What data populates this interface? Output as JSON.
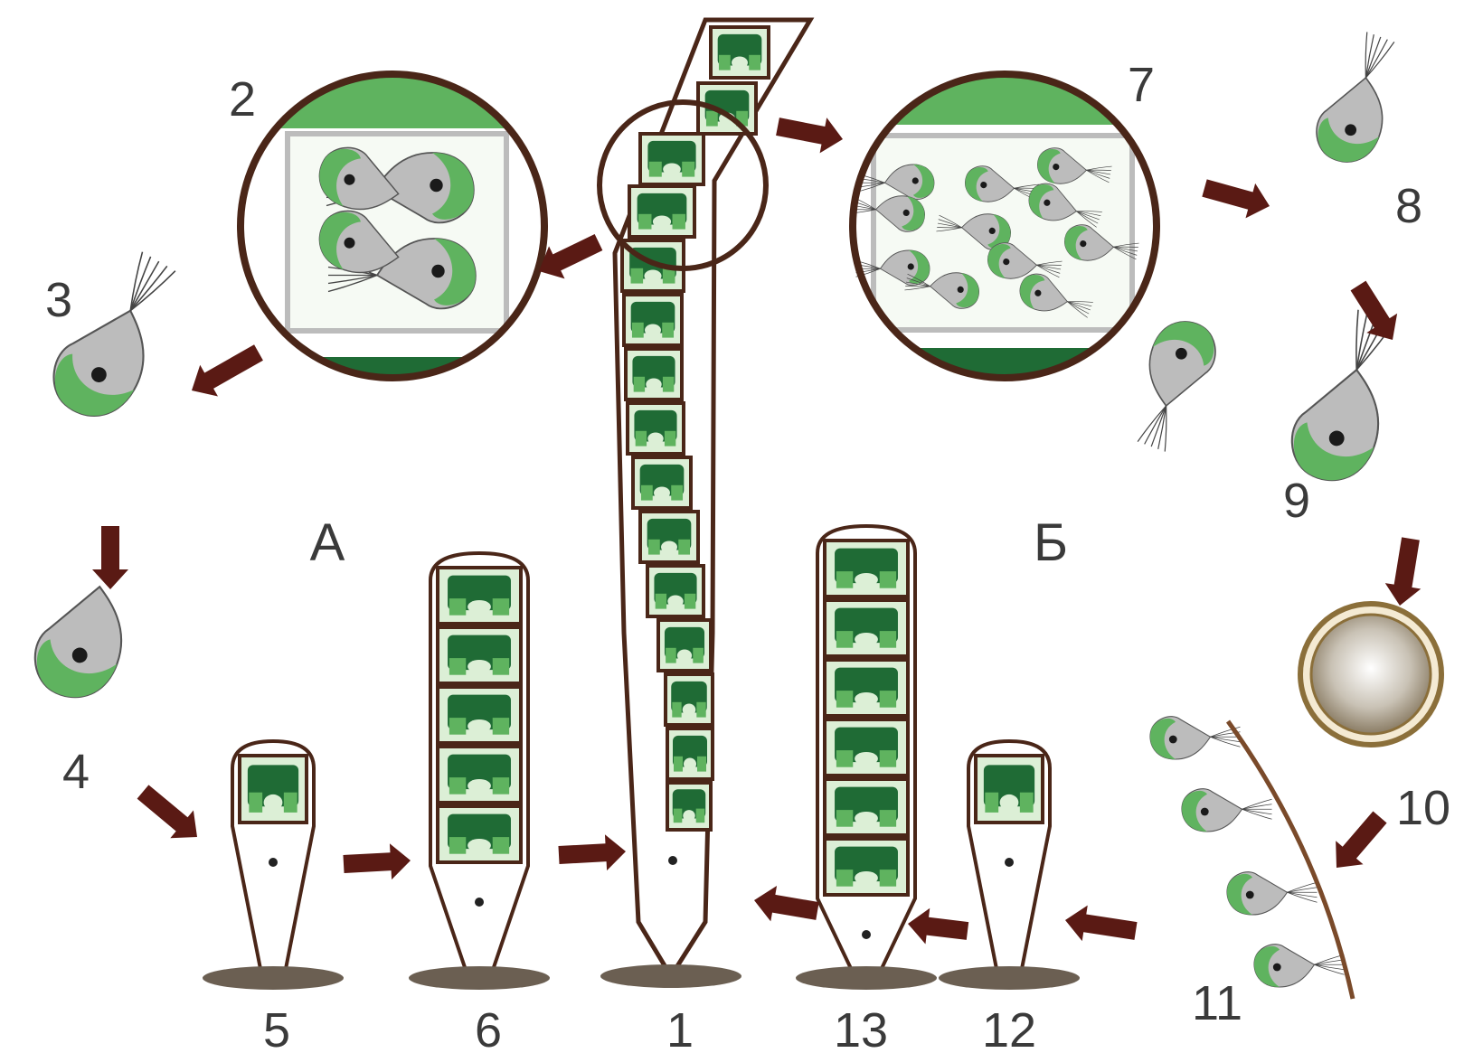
{
  "labels": {
    "n1": "1",
    "n2": "2",
    "n3": "3",
    "n4": "4",
    "n5": "5",
    "n6": "6",
    "n7": "7",
    "n8": "8",
    "n9": "9",
    "n10": "10",
    "n11": "11",
    "n12": "12",
    "n13": "13",
    "asexual": "А",
    "sexual": "Б"
  },
  "colors": {
    "arrow": "#5a1a14",
    "outline": "#4a2618",
    "green_light": "#5fb35f",
    "green_dark": "#1f6b35",
    "cell_fill": "#dcefd6",
    "gray": "#bcbcbc",
    "soil": "#6b5f52",
    "zygote_wall": "#8b6f3a"
  }
}
